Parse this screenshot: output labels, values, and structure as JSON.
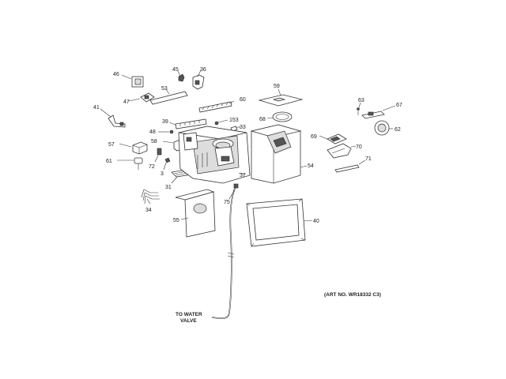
{
  "labels": {
    "p46": "46",
    "p45": "45",
    "p36": "36",
    "p53": "53",
    "p47": "47",
    "p60": "60",
    "p41": "41",
    "p39": "39",
    "p153": "153",
    "p33": "33",
    "p48": "48",
    "p58": "58",
    "p57": "57",
    "p61": "61",
    "p72": "72",
    "p3": "3",
    "p31": "31",
    "p37": "37",
    "p34": "34",
    "p55": "55",
    "p75": "75",
    "p59": "59",
    "p68": "68",
    "p54": "54",
    "p40": "40",
    "p63": "63",
    "p67": "67",
    "p62": "62",
    "p69": "69",
    "p70": "70",
    "p71": "71"
  },
  "notes": {
    "water_line_1": "TO WATER",
    "water_line_2": "VALVE",
    "art_no": "(ART NO. WR18332 C3)"
  }
}
